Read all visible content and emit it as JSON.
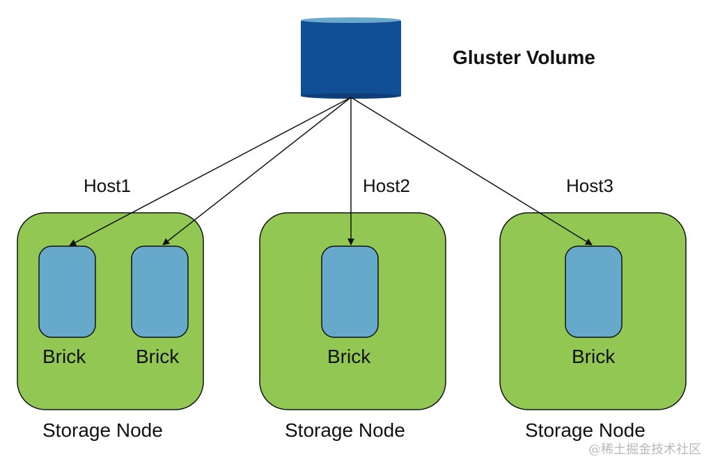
{
  "diagram": {
    "title": "Gluster Volume",
    "volume": {
      "label": "Gluster Volume",
      "shape": "cylinder",
      "color": "#124e93",
      "top_color": "#6aa9cc"
    },
    "hosts": [
      {
        "id": "host1",
        "label": "Host1",
        "node_label": "Storage Node",
        "bricks": [
          {
            "label": "Brick"
          },
          {
            "label": "Brick"
          }
        ]
      },
      {
        "id": "host2",
        "label": "Host2",
        "node_label": "Storage Node",
        "bricks": [
          {
            "label": "Brick"
          }
        ]
      },
      {
        "id": "host3",
        "label": "Host3",
        "node_label": "Storage Node",
        "bricks": [
          {
            "label": "Brick"
          }
        ]
      }
    ],
    "edges": [
      {
        "from": "volume",
        "to": "host1.brick0"
      },
      {
        "from": "volume",
        "to": "host1.brick1"
      },
      {
        "from": "volume",
        "to": "host2.brick0"
      },
      {
        "from": "volume",
        "to": "host3.brick0"
      }
    ],
    "colors": {
      "node_fill": "#92c754",
      "brick_fill": "#67a9cb",
      "stroke": "#111111"
    }
  },
  "watermark": "@稀土掘金技术社区"
}
